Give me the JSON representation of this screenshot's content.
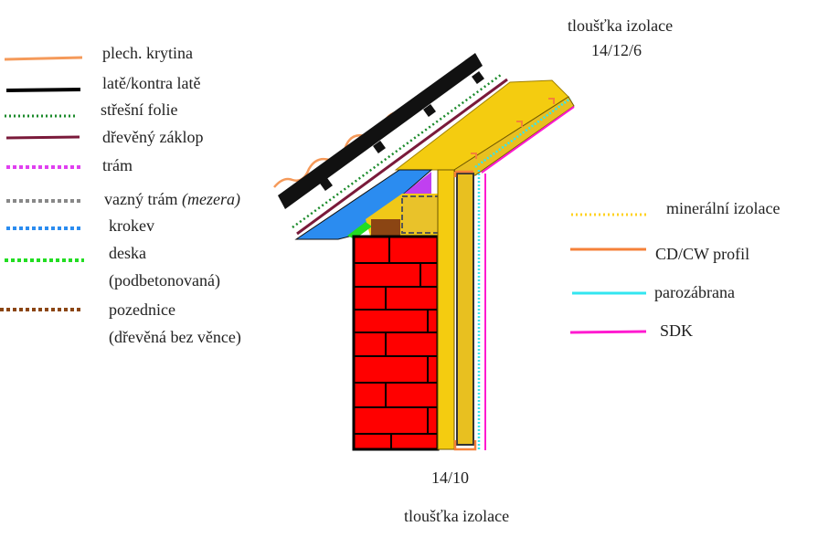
{
  "top_label": {
    "title": "tloušťka izolace",
    "value": "14/12/6"
  },
  "bottom_label": {
    "title": "tloušťka izolace",
    "value": "14/10"
  },
  "legend_left": [
    {
      "label": "plech. krytina",
      "color": "#f59a5a",
      "style": "solid"
    },
    {
      "label": "latě/kontra latě",
      "color": "#000000",
      "style": "solid"
    },
    {
      "label": "střešní folie",
      "color": "#1a8a2a",
      "style": "dotted"
    },
    {
      "label": "dřevěný záklop",
      "color": "#7a1a3a",
      "style": "solid"
    },
    {
      "label": "trám",
      "color": "#e040f0",
      "style": "dotted"
    },
    {
      "label": "vazný trám",
      "note": "(mezera)",
      "color": "#888888",
      "style": "dotted"
    },
    {
      "label": "krokev",
      "color": "#2b8cf0",
      "style": "dotted"
    },
    {
      "label": "deska",
      "label2": "(podbetonovaná)",
      "color": "#22dd22",
      "style": "dotted"
    },
    {
      "label": "pozednice",
      "label2": "(dřevěná bez věnce)",
      "color": "#8b4513",
      "style": "dotted"
    }
  ],
  "legend_right": [
    {
      "label": "minerální izolace",
      "color": "#ffd21f",
      "style": "dotted"
    },
    {
      "label": "CD/CW profil",
      "color": "#f5813a",
      "style": "solid"
    },
    {
      "label": "parozábrana",
      "color": "#33e6f0",
      "style": "solid"
    },
    {
      "label": "SDK",
      "color": "#ff1ad0",
      "style": "solid"
    }
  ]
}
